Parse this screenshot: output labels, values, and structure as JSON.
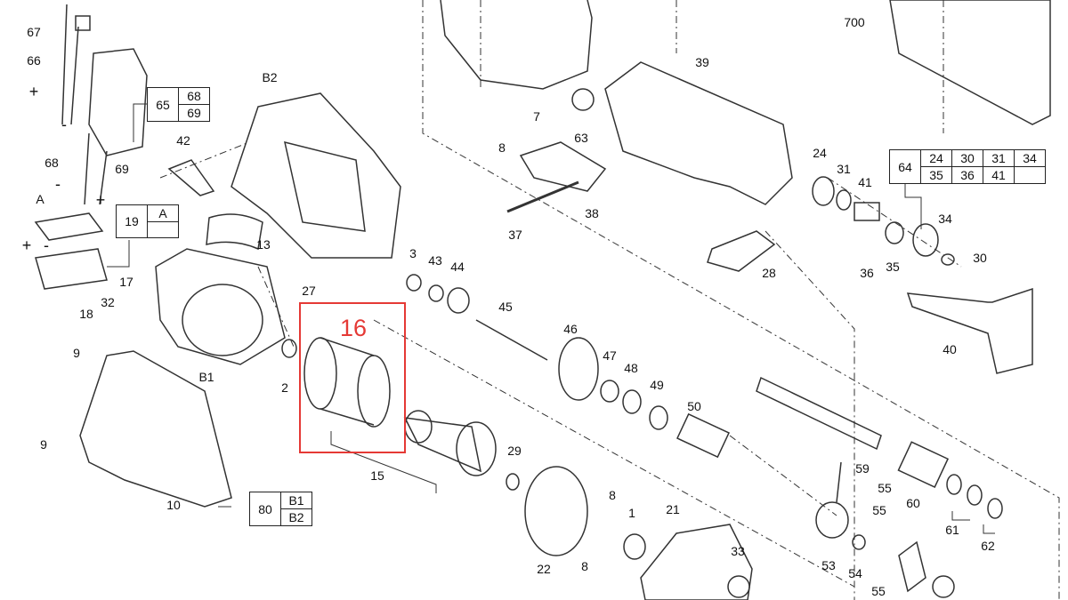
{
  "labels": [
    "67",
    "66",
    "+",
    "-",
    "68",
    "69",
    "-",
    "+",
    "B2",
    "42",
    "A",
    "+",
    "-",
    "13",
    "27",
    "17",
    "32",
    "18",
    "9",
    "B1",
    "2",
    "9",
    "10",
    "15",
    "3",
    "43",
    "44",
    "45",
    "46",
    "47",
    "48",
    "49",
    "50",
    "29",
    "22",
    "8",
    "1",
    "8",
    "21",
    "33",
    "7",
    "63",
    "8",
    "38",
    "37",
    "39",
    "700",
    "24",
    "31",
    "41",
    "34",
    "30",
    "36",
    "35",
    "28",
    "40",
    "59",
    "55",
    "60",
    "61",
    "62",
    "53",
    "54",
    "55",
    "55"
  ],
  "tables": {
    "t65": {
      "main": "65",
      "rows": [
        [
          "68"
        ],
        [
          "69"
        ]
      ]
    },
    "t19": {
      "main": "19",
      "rows": [
        [
          "A"
        ],
        [
          ""
        ]
      ]
    },
    "t80": {
      "main": "80",
      "rows": [
        [
          "B1"
        ],
        [
          "B2"
        ]
      ]
    },
    "t64": {
      "main": "64",
      "rows": [
        [
          "24",
          "30",
          "31",
          "34"
        ],
        [
          "35",
          "36",
          "41",
          ""
        ]
      ]
    }
  },
  "callout": {
    "label": "16",
    "color": "#e53935"
  }
}
